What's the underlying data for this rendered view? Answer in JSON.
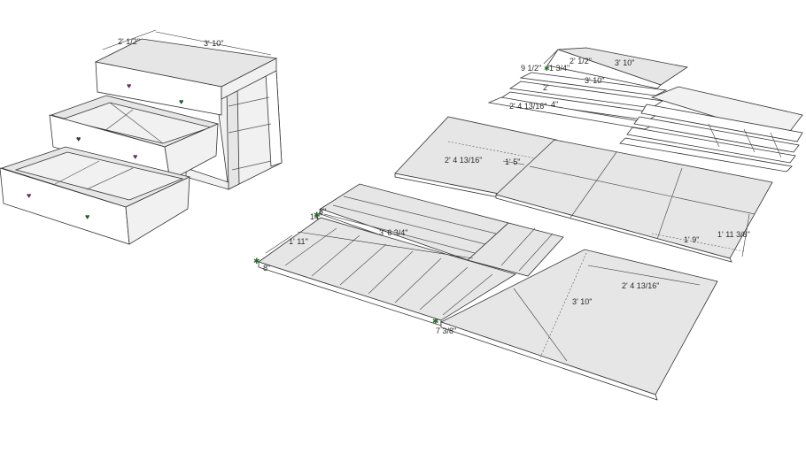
{
  "dimensions": {
    "dresser_depth": "2' 1/2\"",
    "dresser_width": "3' 10\"",
    "top_panel_depth": "2' 1/2\"",
    "top_panel_width": "3' 10\"",
    "small_a": "9 1/2\"",
    "small_b": "1 3/4\"",
    "rail_length": "3' 10\"",
    "rail_short": "2'",
    "rail_side": "2' 4 13/16\"",
    "rail_side_b": "4\"",
    "drawer_base_depth": "2' 4 13/16\"",
    "drawer_base_small": "1' 5\"",
    "drawer_bottom_a": "1' 9\"",
    "drawer_bottom_b": "1' 11 3/8\"",
    "front_small_8": "8\"",
    "front_14": "14\"",
    "front_length": "3' 6 3/4\"",
    "front_height": "1' 11\"",
    "front_8": "8\"",
    "back_depth": "2' 4 13/16\"",
    "back_height": "3' 10\"",
    "back_small": "7 3/8\""
  },
  "colors": {
    "panel": "#e6e6e6",
    "knob_purple": "#6b2a6b",
    "knob_green": "#1f5a2a"
  }
}
